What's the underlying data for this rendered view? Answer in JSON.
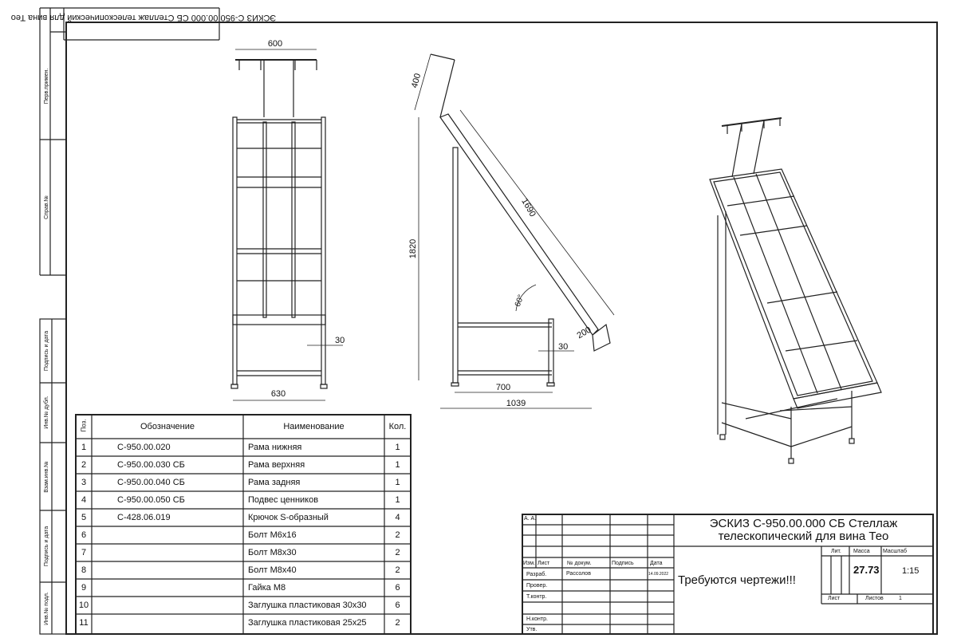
{
  "header_title_inverted": "ЭСКИЗ С-950.00.000 СБ Стеллаж телескопический для вина Тео",
  "margin_labels": [
    "Перв.примен.",
    "Справ.№",
    "Подпись и дата",
    "Инв.№ дубл.",
    "Взам.инв.№",
    "Подпись и дата",
    "Инв.№ подл."
  ],
  "dimensions": {
    "front_top_width": "600",
    "front_base_width": "630",
    "front_offset": "30",
    "side_height": "1820",
    "side_hanger": "400",
    "side_panel_length": "1690",
    "side_angle": "60°",
    "side_shelf": "200",
    "side_offset": "30",
    "side_base": "700",
    "side_total": "1039"
  },
  "parts_table": {
    "headers": {
      "pos": "Поз.",
      "designation": "Обозначение",
      "name": "Наименование",
      "qty": "Кол."
    },
    "rows": [
      {
        "pos": "1",
        "designation": "С-950.00.020",
        "name": "Рама нижняя",
        "qty": "1"
      },
      {
        "pos": "2",
        "designation": "С-950.00.030 СБ",
        "name": "Рама верхняя",
        "qty": "1"
      },
      {
        "pos": "3",
        "designation": "С-950.00.040 СБ",
        "name": "Рама задняя",
        "qty": "1"
      },
      {
        "pos": "4",
        "designation": "С-950.00.050 СБ",
        "name": "Подвес ценников",
        "qty": "1"
      },
      {
        "pos": "5",
        "designation": "С-428.06.019",
        "name": "Крючок S-образный",
        "qty": "4"
      },
      {
        "pos": "6",
        "designation": "",
        "name": "Болт М6х16",
        "qty": "2"
      },
      {
        "pos": "7",
        "designation": "",
        "name": "Болт М8х30",
        "qty": "2"
      },
      {
        "pos": "8",
        "designation": "",
        "name": "Болт М8х40",
        "qty": "2"
      },
      {
        "pos": "9",
        "designation": "",
        "name": "Гайка М8",
        "qty": "6"
      },
      {
        "pos": "10",
        "designation": "",
        "name": "Заглушка пластиковая 30х30",
        "qty": "6"
      },
      {
        "pos": "11",
        "designation": "",
        "name": "Заглушка пластиковая 25х25",
        "qty": "2"
      }
    ]
  },
  "title_block": {
    "corner": "А. А.",
    "col_headers": {
      "izm": "Изм.",
      "list": "Лист",
      "doc": "№ докум.",
      "sign": "Подпись",
      "date": "Дата"
    },
    "roles": [
      "Разраб.",
      "Провер.",
      "Т.контр.",
      "",
      "Н.контр.",
      "Утв."
    ],
    "developer": "Рассолов",
    "date": "14.09.2022",
    "title_line1": "ЭСКИЗ С-950.00.000 СБ Стеллаж",
    "title_line2": "телескопический для вина Тео",
    "note": "Требуются чертежи!!!",
    "lit_label": "Лит.",
    "mass_label": "Масса",
    "scale_label": "Масштаб",
    "mass": "27.73",
    "scale": "1:15",
    "sheet_label": "Лист",
    "sheets_label": "Листов",
    "sheets": "1"
  }
}
